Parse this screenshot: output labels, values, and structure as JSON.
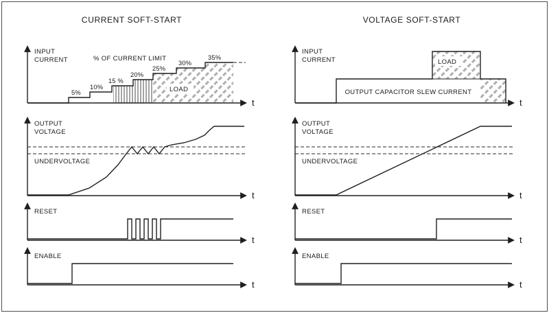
{
  "colors": {
    "ink": "#1f1f1f",
    "hatch_gray": "#b0b0b0",
    "switch_hatch": "#4a4a4a",
    "border": "#4d4d4d",
    "background": "#ffffff"
  },
  "left": {
    "title": "CURRENT SOFT-START",
    "input_current": {
      "label_lines": [
        "INPUT",
        "CURRENT"
      ],
      "annotation": "% OF CURRENT LIMIT",
      "step_labels": [
        "5%",
        "10%",
        "15 %",
        "20%",
        "25%",
        "30%",
        "35%"
      ],
      "load_label": "LOAD",
      "t": "t"
    },
    "output_voltage": {
      "label_lines": [
        "OUTPUT",
        "VOLTAGE"
      ],
      "threshold_label": "UNDERVOLTAGE",
      "t": "t"
    },
    "reset": {
      "label": "RESET",
      "t": "t"
    },
    "enable": {
      "label": "ENABLE",
      "t": "t"
    }
  },
  "right": {
    "title": "VOLTAGE SOFT-START",
    "input_current": {
      "label_lines": [
        "INPUT",
        "CURRENT"
      ],
      "slew_label": "OUTPUT CAPACITOR SLEW CURRENT",
      "load_label": "LOAD",
      "t": "t"
    },
    "output_voltage": {
      "label_lines": [
        "OUTPUT",
        "VOLTAGE"
      ],
      "threshold_label": "UNDERVOLTAGE",
      "t": "t"
    },
    "reset": {
      "label": "RESET",
      "t": "t"
    },
    "enable": {
      "label": "ENABLE",
      "t": "t"
    }
  }
}
